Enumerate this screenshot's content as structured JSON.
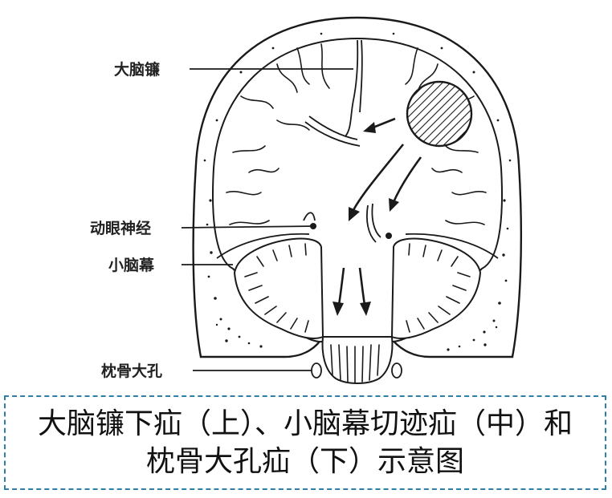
{
  "labels": {
    "falx": "大脑镰",
    "oculomotor": "动眼神经",
    "tentorium": "小脑幕",
    "foramen": "枕骨大孔"
  },
  "caption": {
    "line1": "大脑镰下疝（上）、小脑幕切迹疝（中）和",
    "line2": "枕骨大孔疝（下）示意图"
  }
}
